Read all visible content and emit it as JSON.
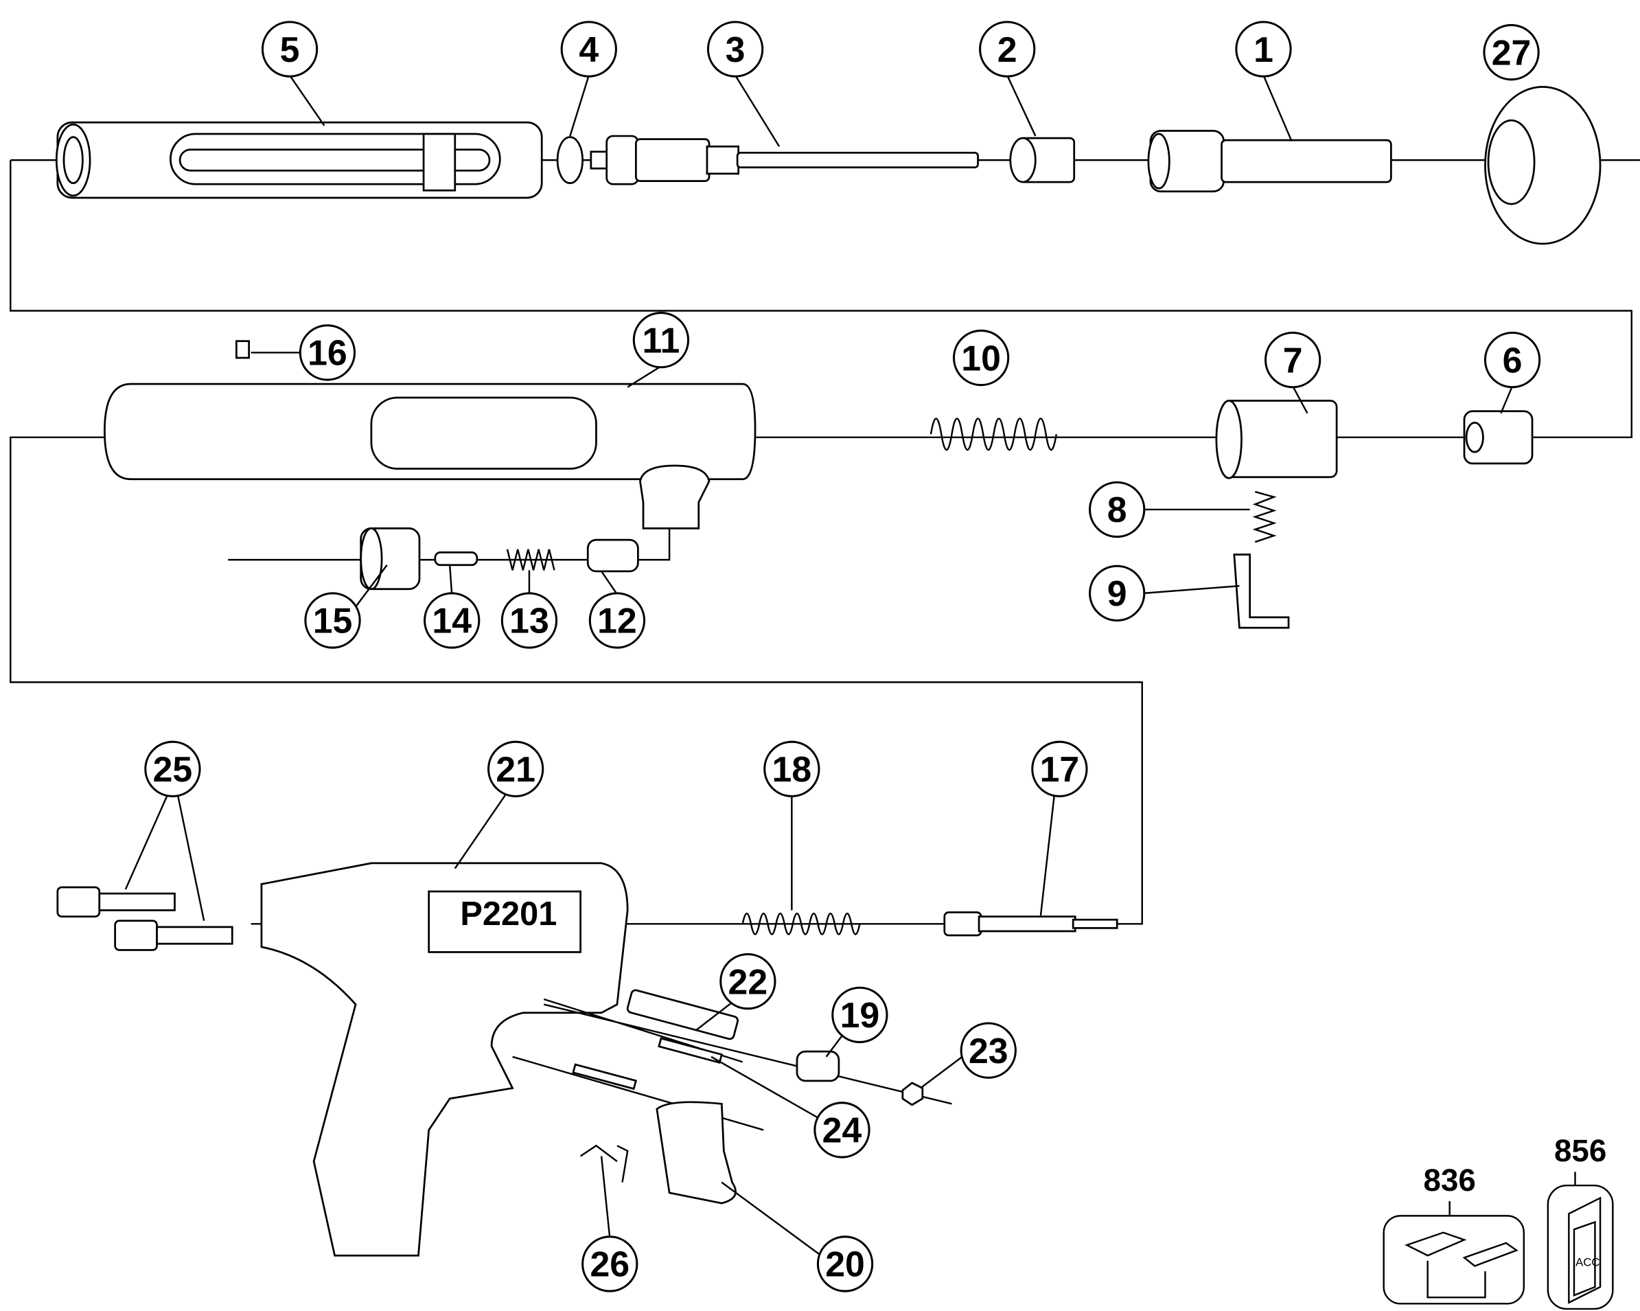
{
  "diagram": {
    "model_label": "P2201",
    "callouts": [
      "5",
      "4",
      "3",
      "2",
      "1",
      "27",
      "16",
      "11",
      "10",
      "7",
      "6",
      "8",
      "9",
      "15",
      "14",
      "13",
      "12",
      "25",
      "21",
      "18",
      "17",
      "22",
      "19",
      "23",
      "24",
      "26",
      "20"
    ],
    "accessory_kits": [
      "836",
      "856"
    ],
    "accessory_label_letters": "ACC"
  }
}
